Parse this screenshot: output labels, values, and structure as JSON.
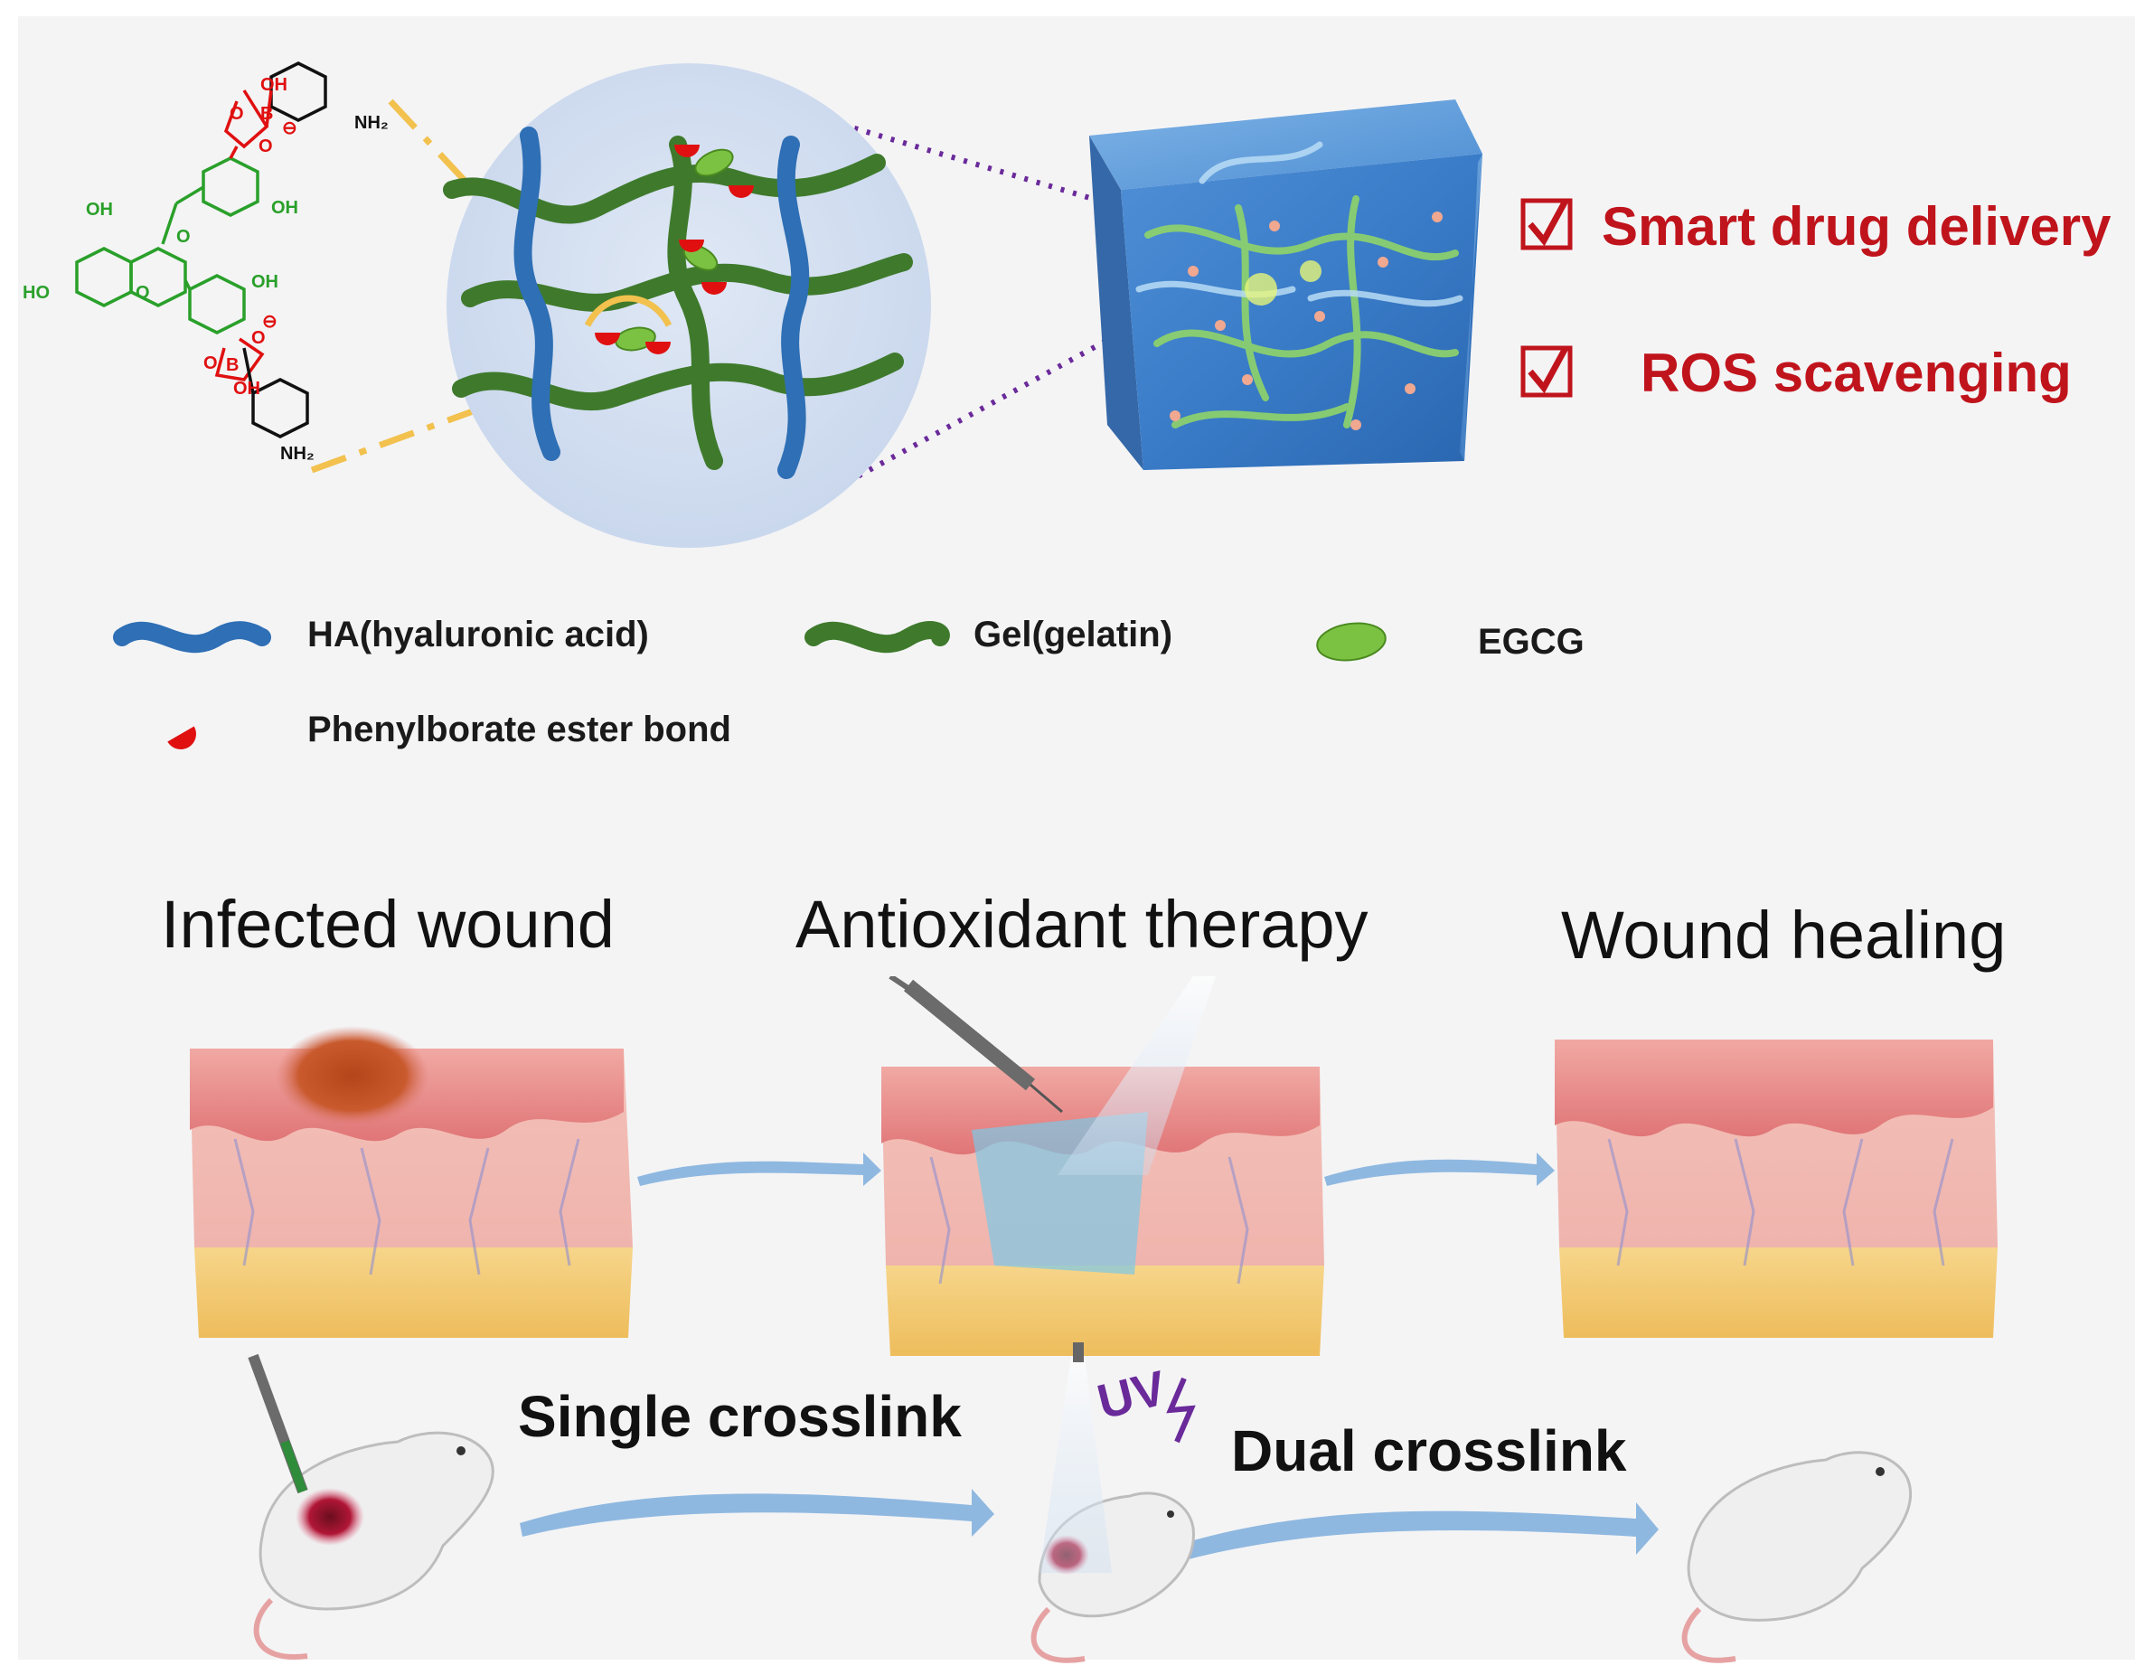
{
  "features": [
    {
      "label": "Smart drug delivery",
      "checkbox": "checked"
    },
    {
      "label": "ROS scavenging",
      "checkbox": "checked"
    }
  ],
  "legend": {
    "ha": "HA(hyaluronic acid)",
    "gel": "Gel(gelatin)",
    "egcg": "EGCG",
    "bond": "Phenylborate ester bond"
  },
  "stages": {
    "infected": "Infected wound",
    "therapy": "Antioxidant therapy",
    "healing": "Wound healing"
  },
  "process": {
    "single": "Single crosslink",
    "dual": "Dual crosslink",
    "uv": "UV"
  },
  "molecule": {
    "oh1": "OH",
    "nh2_1": "NH₂",
    "b1": "B",
    "o1": "O",
    "o2": "O",
    "oh2": "OH",
    "oh3": "OH",
    "o3": "O",
    "ho1": "HO",
    "oh4": "OH",
    "o4": "O",
    "oh5": "OH",
    "b2": "B",
    "o5": "O",
    "o6": "O",
    "oh6": "OH",
    "nh2_2": "NH₂",
    "minus": "⊖"
  },
  "colors": {
    "accent_red": "#c0141c",
    "ha_blue": "#2e6fb5",
    "gel_green": "#3f7a2c",
    "egcg_green": "#7cc242",
    "bond_red": "#e01010",
    "arrow_blue": "#8fb8e0",
    "uv_purple": "#6a2a9a"
  }
}
